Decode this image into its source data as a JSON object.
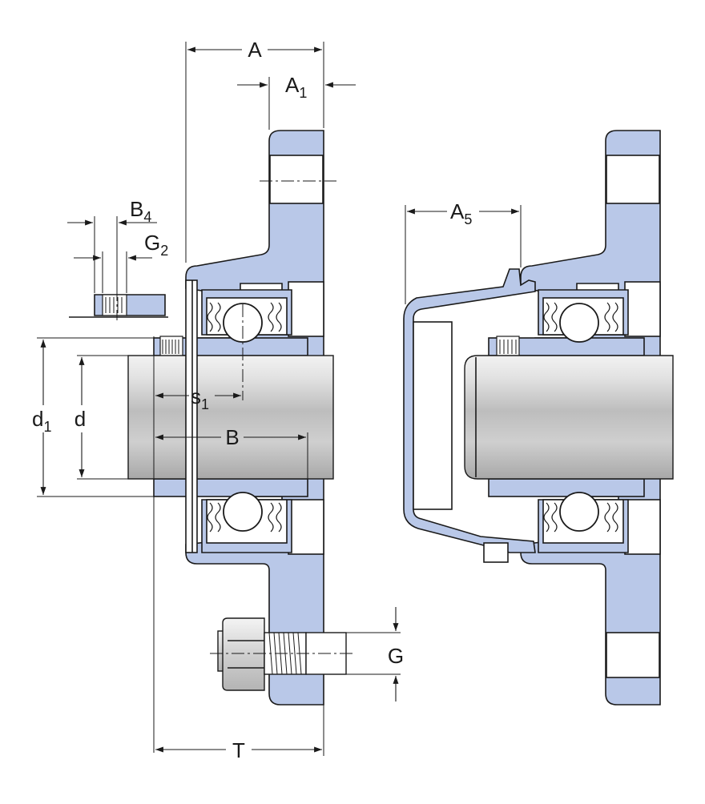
{
  "diagram": {
    "dimension_labels": {
      "A": "A",
      "A1": {
        "main": "A",
        "sub": "1"
      },
      "A5": {
        "main": "A",
        "sub": "5"
      },
      "B4": {
        "main": "B",
        "sub": "4"
      },
      "G2": {
        "main": "G",
        "sub": "2"
      },
      "s1": {
        "main": "s",
        "sub": "1"
      },
      "d1": {
        "main": "d",
        "sub": "1"
      },
      "d": "d",
      "B": "B",
      "G": "G",
      "T": "T"
    },
    "colors": {
      "housing_fill": "#b9c8e8",
      "outline": "#1a1a1a",
      "background": "#ffffff"
    }
  }
}
